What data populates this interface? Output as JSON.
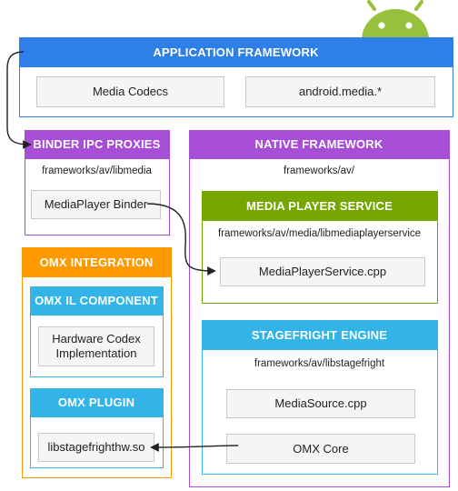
{
  "colors": {
    "blue": "#2f7fe8",
    "purple": "#a64fd6",
    "green": "#76a600",
    "orange": "#ff9900",
    "cyan": "#32b4e8",
    "android": "#97c03d"
  },
  "app_framework": {
    "title": "APPLICATION FRAMEWORK",
    "items": [
      "Media Codecs",
      "android.media.*"
    ]
  },
  "binder": {
    "title": "BINDER IPC PROXIES",
    "path": "frameworks/av/libmedia",
    "item": "MediaPlayer Binder"
  },
  "native": {
    "title": "NATIVE FRAMEWORK",
    "path": "frameworks/av/"
  },
  "media_player_service": {
    "title": "MEDIA PLAYER SERVICE",
    "path": "frameworks/av/media/libmediaplayerservice",
    "item": "MediaPlayerService.cpp"
  },
  "stagefright": {
    "title": "STAGEFRIGHT ENGINE",
    "path": "frameworks/av/libstagefright",
    "items": [
      "MediaSource.cpp",
      "OMX Core"
    ]
  },
  "omx": {
    "title": "OMX INTEGRATION",
    "il_component": {
      "title": "OMX IL COMPONENT",
      "item": "Hardware Codex Implementation"
    },
    "plugin": {
      "title": "OMX PLUGIN",
      "item": "libstagefrighthw.so"
    }
  }
}
